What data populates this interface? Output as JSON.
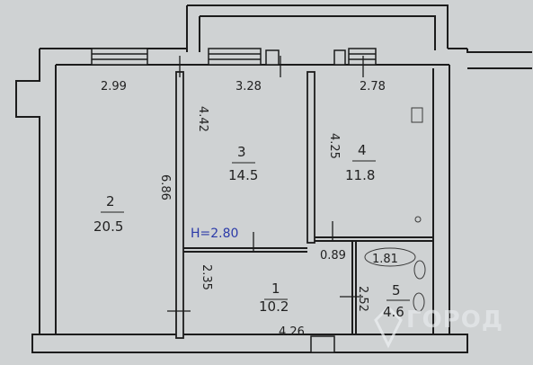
{
  "dimensions": {
    "room2_top": "2.99",
    "room3_top": "3.28",
    "room4_top": "2.78",
    "room3_height": "4.42",
    "room4_height": "4.25",
    "room2_height": "6.86",
    "ceiling": "H=2.80",
    "door_gap": "0.89",
    "room5_top": "1.81",
    "room1_height": "2.35",
    "room5_height": "2.52",
    "bottom": "4.26"
  },
  "rooms": [
    {
      "num": "1",
      "area": "10.2"
    },
    {
      "num": "2",
      "area": "20.5"
    },
    {
      "num": "3",
      "area": "14.5"
    },
    {
      "num": "4",
      "area": "11.8"
    },
    {
      "num": "5",
      "area": "4.6"
    }
  ],
  "watermark": "ГОРОД"
}
